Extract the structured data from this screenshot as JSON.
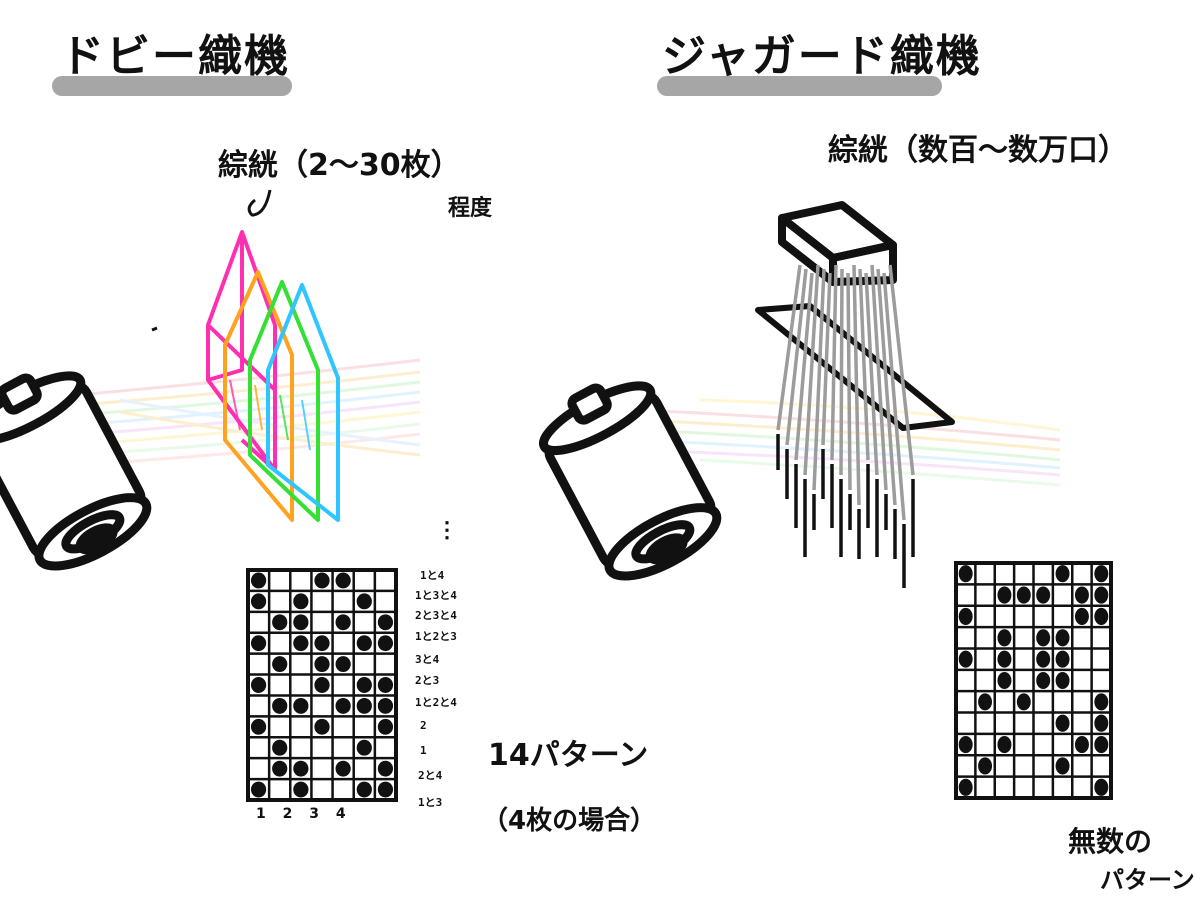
{
  "dobby": {
    "title": "ドビー織機",
    "heddle_label": "綜絖（2〜30枚）",
    "heddle_label_note": "程度",
    "pattern_count": "14パターン",
    "pattern_note": "（4枚の場合）",
    "column_numbers": "1 2 3 4",
    "row_labels": [
      "1と4",
      "1と3と4",
      "2と3と4",
      "1と2と3",
      "3と4",
      "2と3",
      "1と2と4",
      "2",
      "1",
      "2と4",
      "1と3"
    ],
    "ellipsis": "⋮"
  },
  "jacquard": {
    "title": "ジャガード織機",
    "heddle_label": "綜絖（数百〜数万口）",
    "pattern_note_line1": "無数の",
    "pattern_note_line2": "パターン"
  },
  "colors": {
    "heald_frames": [
      "#ff2fb2",
      "#ffa21f",
      "#33e033",
      "#2fc6ff"
    ],
    "divider_bar": "#a6a6a6",
    "jacquard_cords": "#9c9c9c"
  }
}
